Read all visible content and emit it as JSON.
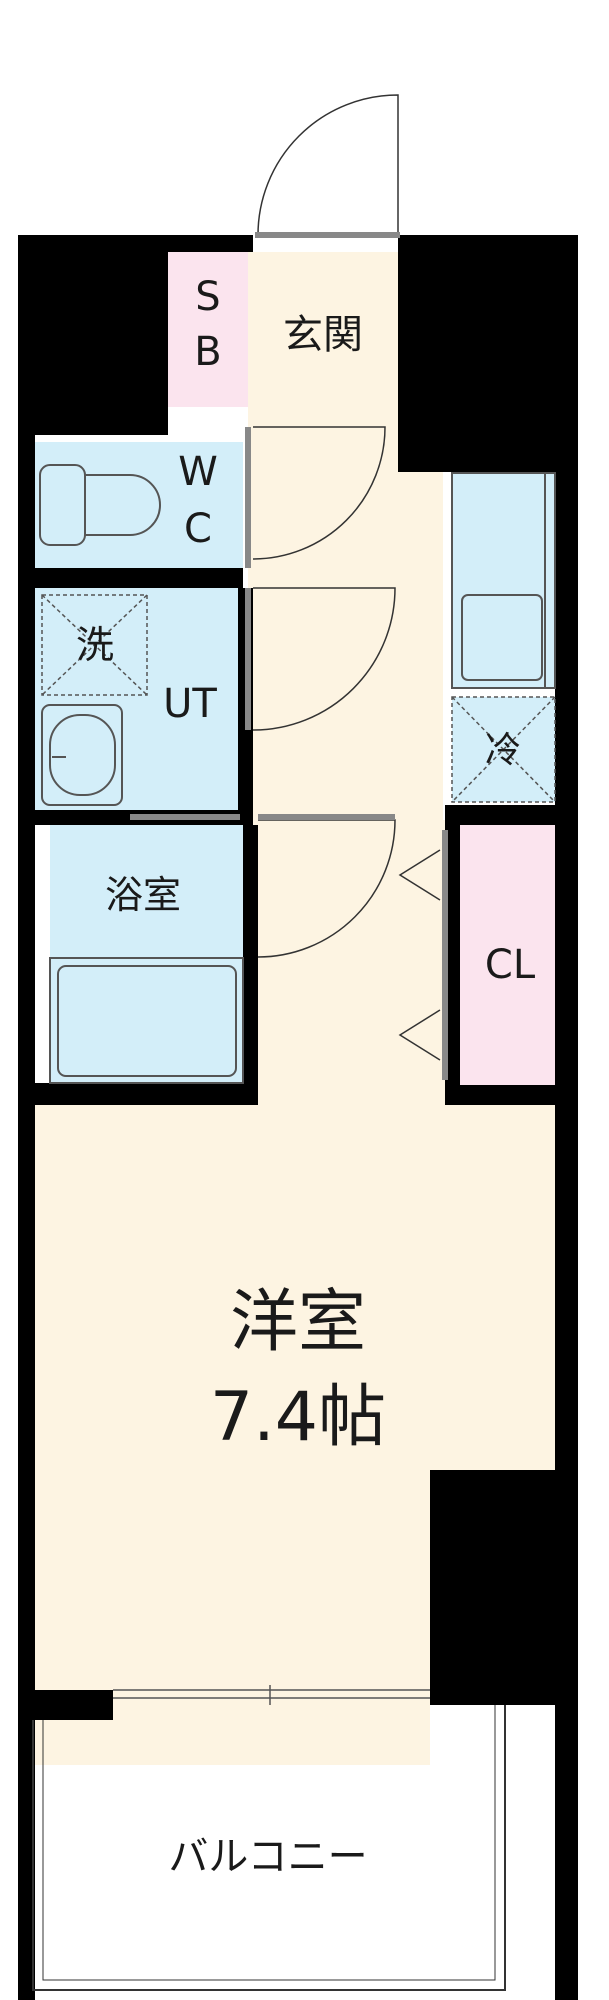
{
  "rooms": {
    "sb_line1": "S",
    "sb_line2": "B",
    "genkan": "玄関",
    "wc_line1": "W",
    "wc_line2": "C",
    "washer": "洗",
    "ut": "UT",
    "fridge": "冷",
    "bath": "浴室",
    "closet": "CL",
    "main_room": "洋室",
    "main_room_size": "7.4帖",
    "balcony": "バルコニー"
  },
  "colors": {
    "wall": "#000000",
    "floor_beige": "#fdf4e2",
    "water_blue": "#d3eef9",
    "storage_pink": "#fbe4ee",
    "fixture_line": "#555555"
  }
}
